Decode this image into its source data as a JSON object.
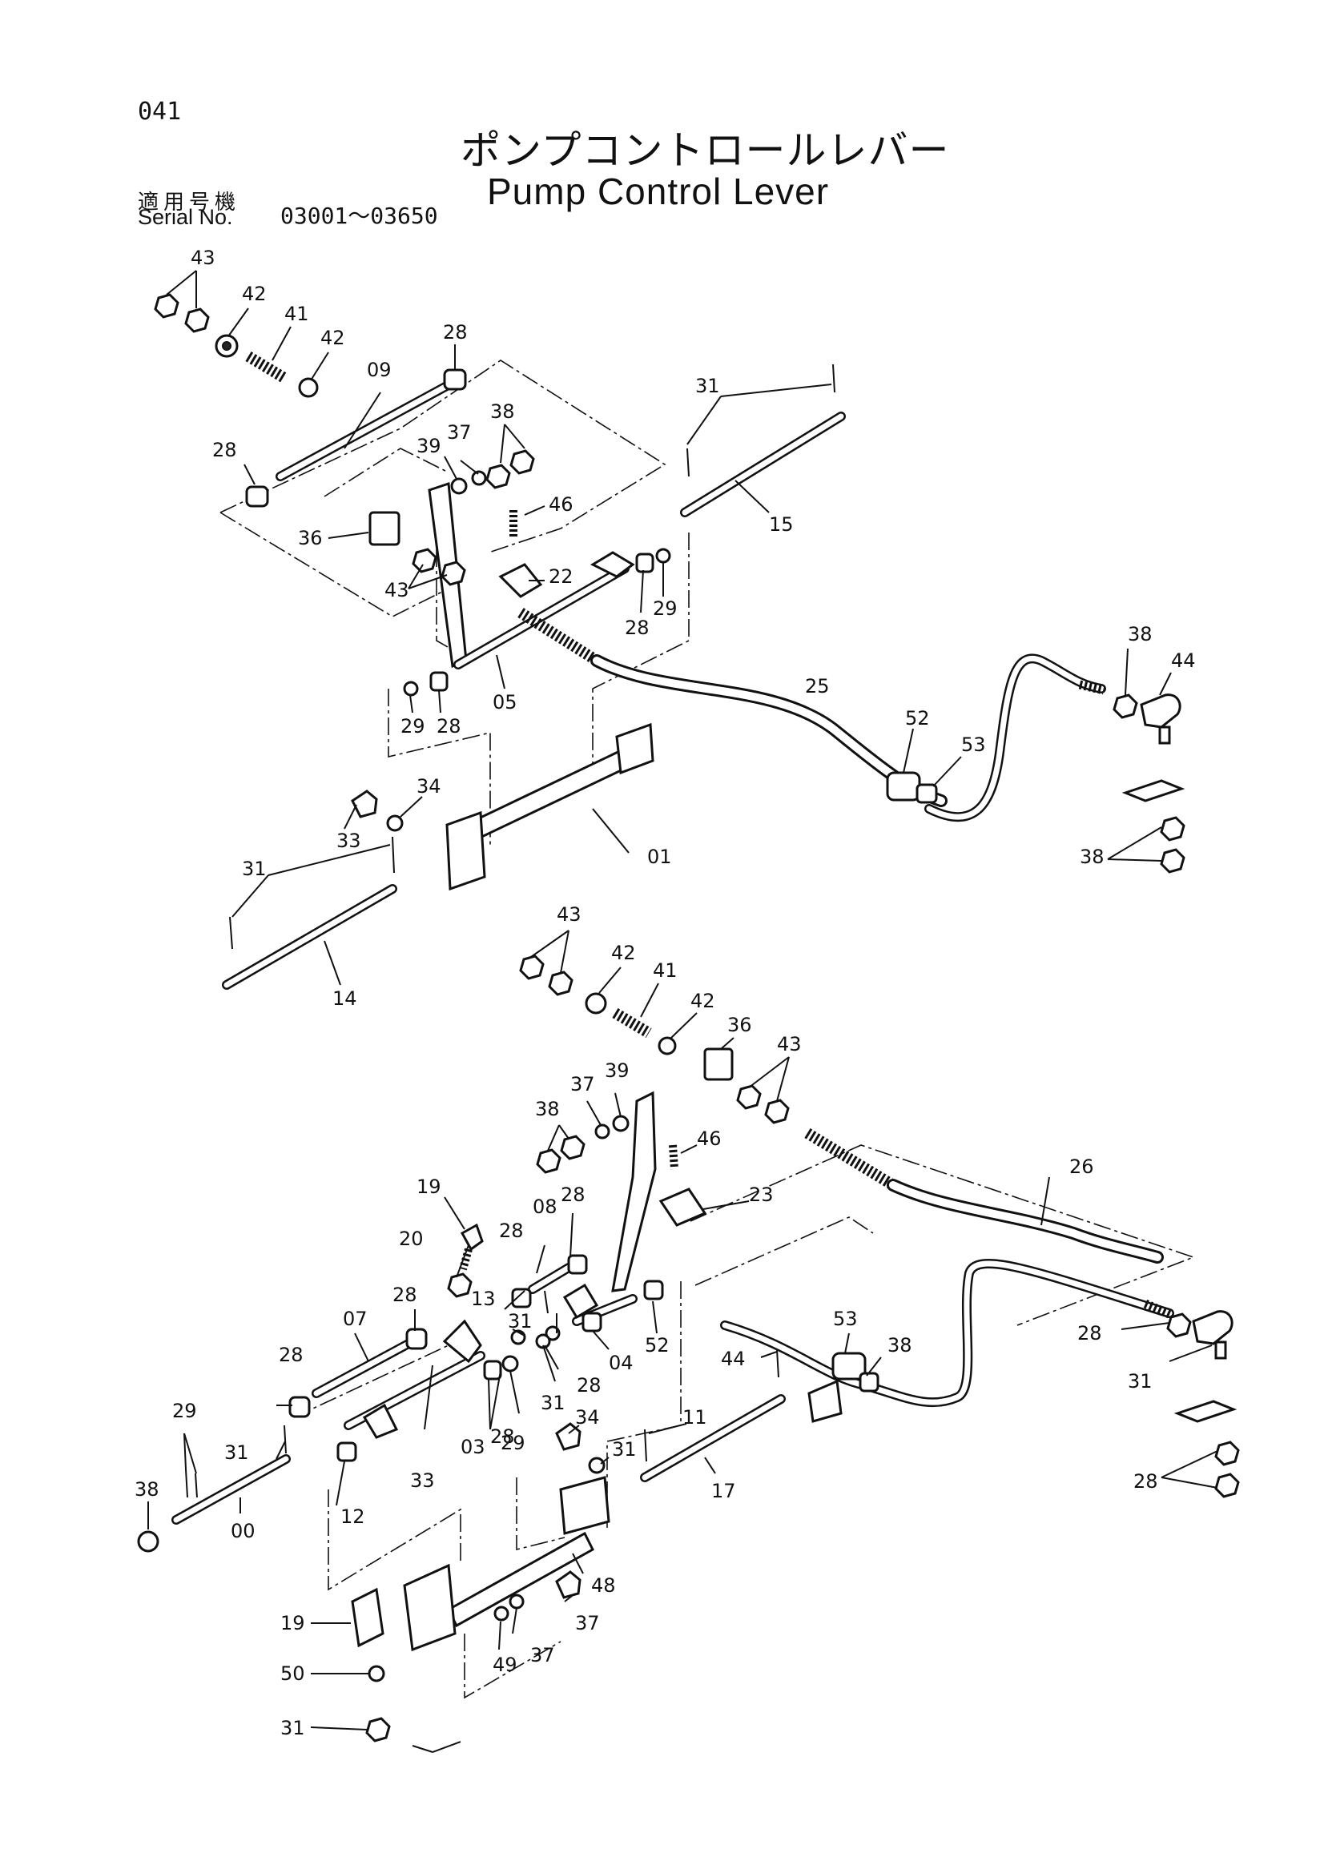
{
  "page_number": "041",
  "title_jp": "ポンプコントロールレバー",
  "title_en": "Pump Control Lever",
  "serial_label_jp": "適用号機",
  "serial_label_en": "Serial No.",
  "serial_range": "03001～03650",
  "callouts": [
    {
      "id": "c1",
      "text": "43"
    },
    {
      "id": "c2",
      "text": "42"
    },
    {
      "id": "c3",
      "text": "41"
    },
    {
      "id": "c4",
      "text": "42"
    },
    {
      "id": "c5",
      "text": "28"
    },
    {
      "id": "c6",
      "text": "09"
    },
    {
      "id": "c7",
      "text": "38"
    },
    {
      "id": "c8",
      "text": "37"
    },
    {
      "id": "c9",
      "text": "39"
    },
    {
      "id": "c10",
      "text": "28"
    },
    {
      "id": "c11",
      "text": "46"
    },
    {
      "id": "c12",
      "text": "36"
    },
    {
      "id": "c13",
      "text": "43"
    },
    {
      "id": "c14",
      "text": "22"
    },
    {
      "id": "c15",
      "text": "28"
    },
    {
      "id": "c16",
      "text": "29"
    },
    {
      "id": "c17",
      "text": "31"
    },
    {
      "id": "c18",
      "text": "15"
    },
    {
      "id": "c19",
      "text": "05"
    },
    {
      "id": "c20",
      "text": "29"
    },
    {
      "id": "c21",
      "text": "28"
    },
    {
      "id": "c22",
      "text": "25"
    },
    {
      "id": "c23",
      "text": "38"
    },
    {
      "id": "c24",
      "text": "44"
    },
    {
      "id": "c25",
      "text": "52"
    },
    {
      "id": "c26",
      "text": "53"
    },
    {
      "id": "c27",
      "text": "34"
    },
    {
      "id": "c28",
      "text": "33"
    },
    {
      "id": "c29",
      "text": "01"
    },
    {
      "id": "c30",
      "text": "31"
    },
    {
      "id": "c31",
      "text": "14"
    },
    {
      "id": "c32",
      "text": "38"
    },
    {
      "id": "c33",
      "text": "43"
    },
    {
      "id": "c34",
      "text": "42"
    },
    {
      "id": "c35",
      "text": "41"
    },
    {
      "id": "c36",
      "text": "42"
    },
    {
      "id": "c37",
      "text": "36"
    },
    {
      "id": "c38",
      "text": "43"
    },
    {
      "id": "c39",
      "text": "39"
    },
    {
      "id": "c40",
      "text": "37"
    },
    {
      "id": "c41",
      "text": "38"
    },
    {
      "id": "c42",
      "text": "46"
    },
    {
      "id": "c43",
      "text": "23"
    },
    {
      "id": "c44",
      "text": "26"
    },
    {
      "id": "c45",
      "text": "19"
    },
    {
      "id": "c46",
      "text": "28"
    },
    {
      "id": "c47",
      "text": "08"
    },
    {
      "id": "c48",
      "text": "28"
    },
    {
      "id": "c49",
      "text": "20"
    },
    {
      "id": "c50",
      "text": "28"
    },
    {
      "id": "c51",
      "text": "07"
    },
    {
      "id": "c52",
      "text": "13"
    },
    {
      "id": "c53",
      "text": "31"
    },
    {
      "id": "c54",
      "text": "28"
    },
    {
      "id": "c55",
      "text": "28"
    },
    {
      "id": "c56",
      "text": "04"
    },
    {
      "id": "c57",
      "text": "52"
    },
    {
      "id": "c58",
      "text": "53"
    },
    {
      "id": "c59",
      "text": "38"
    },
    {
      "id": "c60",
      "text": "28"
    },
    {
      "id": "c61",
      "text": "29"
    },
    {
      "id": "c62",
      "text": "31"
    },
    {
      "id": "c63",
      "text": "44"
    },
    {
      "id": "c64",
      "text": "31"
    },
    {
      "id": "c65",
      "text": "31"
    },
    {
      "id": "c66",
      "text": "29"
    },
    {
      "id": "c67",
      "text": "28"
    },
    {
      "id": "c68",
      "text": "03"
    },
    {
      "id": "c69",
      "text": "33"
    },
    {
      "id": "c70",
      "text": "34"
    },
    {
      "id": "c71",
      "text": "31"
    },
    {
      "id": "c72",
      "text": "11"
    },
    {
      "id": "c73",
      "text": "17"
    },
    {
      "id": "c74",
      "text": "38"
    },
    {
      "id": "c75",
      "text": "28"
    },
    {
      "id": "c76",
      "text": "12"
    },
    {
      "id": "c77",
      "text": "00"
    },
    {
      "id": "c78",
      "text": "48"
    },
    {
      "id": "c79",
      "text": "19"
    },
    {
      "id": "c80",
      "text": "37"
    },
    {
      "id": "c81",
      "text": "49"
    },
    {
      "id": "c82",
      "text": "37"
    },
    {
      "id": "c83",
      "text": "50"
    },
    {
      "id": "c84",
      "text": "31"
    }
  ]
}
